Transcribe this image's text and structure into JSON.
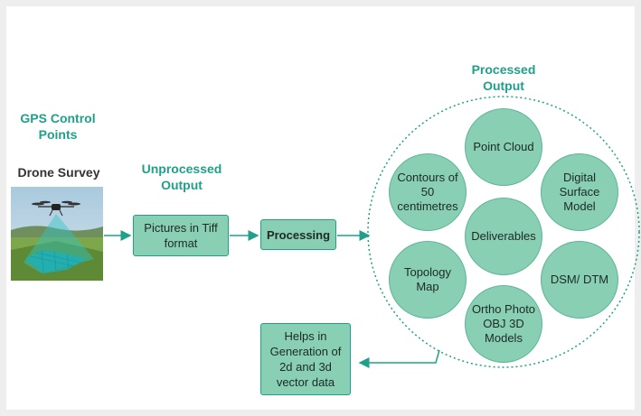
{
  "labels": {
    "gps": "GPS Control Points",
    "drone_survey": "Drone Survey",
    "unprocessed": "Unprocessed Output",
    "processed": "Processed Output"
  },
  "boxes": {
    "pictures": "Pictures in Tiff format",
    "processing": "Processing",
    "helps": "Helps in Generation of 2d and 3d vector data"
  },
  "circles": {
    "center": "Deliverables",
    "point_cloud": "Point Cloud",
    "dsm_surface": "Digital Surface Model",
    "dsm_dtm": "DSM/ DTM",
    "ortho": "Ortho Photo OBJ 3D Models",
    "topology": "Topology Map",
    "contours": "Contours of 50 centimetres"
  },
  "colors": {
    "accent": "#1fa08a",
    "fill": "#88cfb4",
    "background": "#eeeeee"
  }
}
